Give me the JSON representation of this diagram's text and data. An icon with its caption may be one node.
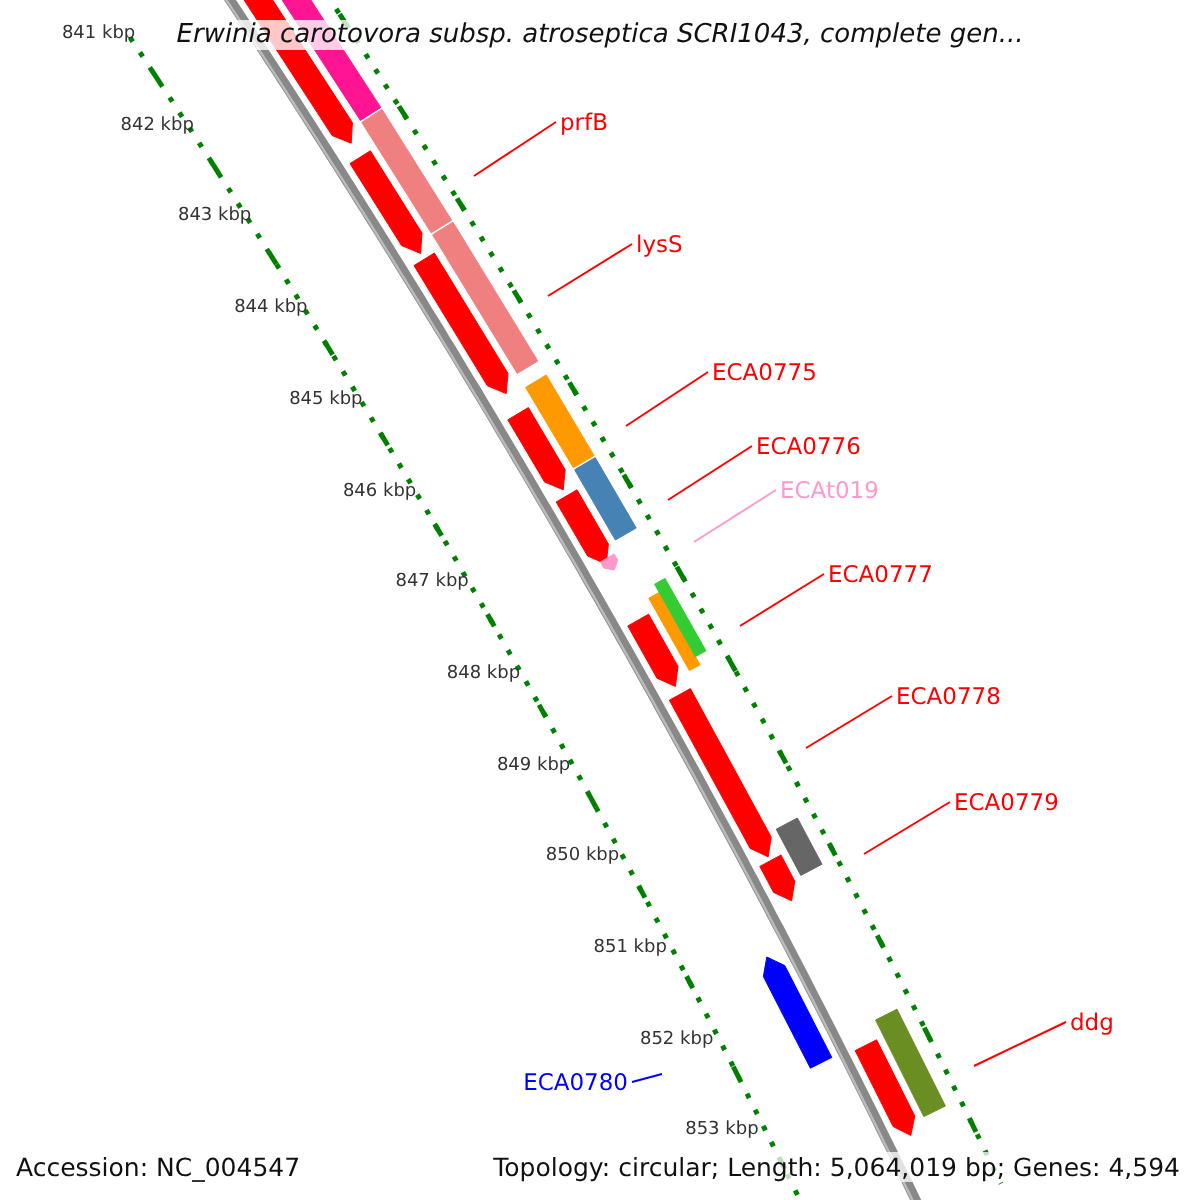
{
  "diagram": {
    "title": "Erwinia carotovora subsp. atroseptica SCRI1043, complete gen...",
    "nodes": [
      {
        "text": [
          "prfB"
        ]
      },
      {
        "text": [
          "lysS"
        ]
      },
      {
        "text": [
          "ECA0775"
        ]
      },
      {
        "text": [
          "ECA0776"
        ]
      },
      {
        "text": [
          "ECAt019"
        ]
      },
      {
        "text": [
          "ECA0777"
        ]
      },
      {
        "text": [
          "ECA0778"
        ]
      },
      {
        "text": [
          "ECA0779"
        ]
      },
      {
        "text": [
          "ECA0780"
        ]
      },
      {
        "text": [
          "ddg"
        ]
      }
    ],
    "edges": [
      {
        "from": 0,
        "to": null,
        "arrow": "none"
      },
      {
        "from": 1,
        "to": null,
        "arrow": "none"
      },
      {
        "from": 2,
        "to": null,
        "arrow": "none"
      },
      {
        "from": 3,
        "to": null,
        "arrow": "none"
      },
      {
        "from": 4,
        "to": null,
        "arrow": "none",
        "color": "#ff99cc"
      },
      {
        "from": 5,
        "to": null,
        "arrow": "none"
      },
      {
        "from": 6,
        "to": null,
        "arrow": "none"
      },
      {
        "from": 7,
        "to": null,
        "arrow": "none"
      },
      {
        "from": 8,
        "to": null,
        "arrow": "none",
        "color": "#0000ff"
      },
      {
        "from": 9,
        "to": null,
        "arrow": "none"
      }
    ],
    "labels": [
      "841 kbp",
      "842 kbp",
      "843 kbp",
      "844 kbp",
      "845 kbp",
      "846 kbp",
      "847 kbp",
      "848 kbp",
      "849 kbp",
      "850 kbp",
      "851 kbp",
      "852 kbp",
      "853 kbp",
      "Accession: NC_004547",
      "Topology: circular; Length: 5,064,019 bp; Genes: 4,594"
    ]
  }
}
